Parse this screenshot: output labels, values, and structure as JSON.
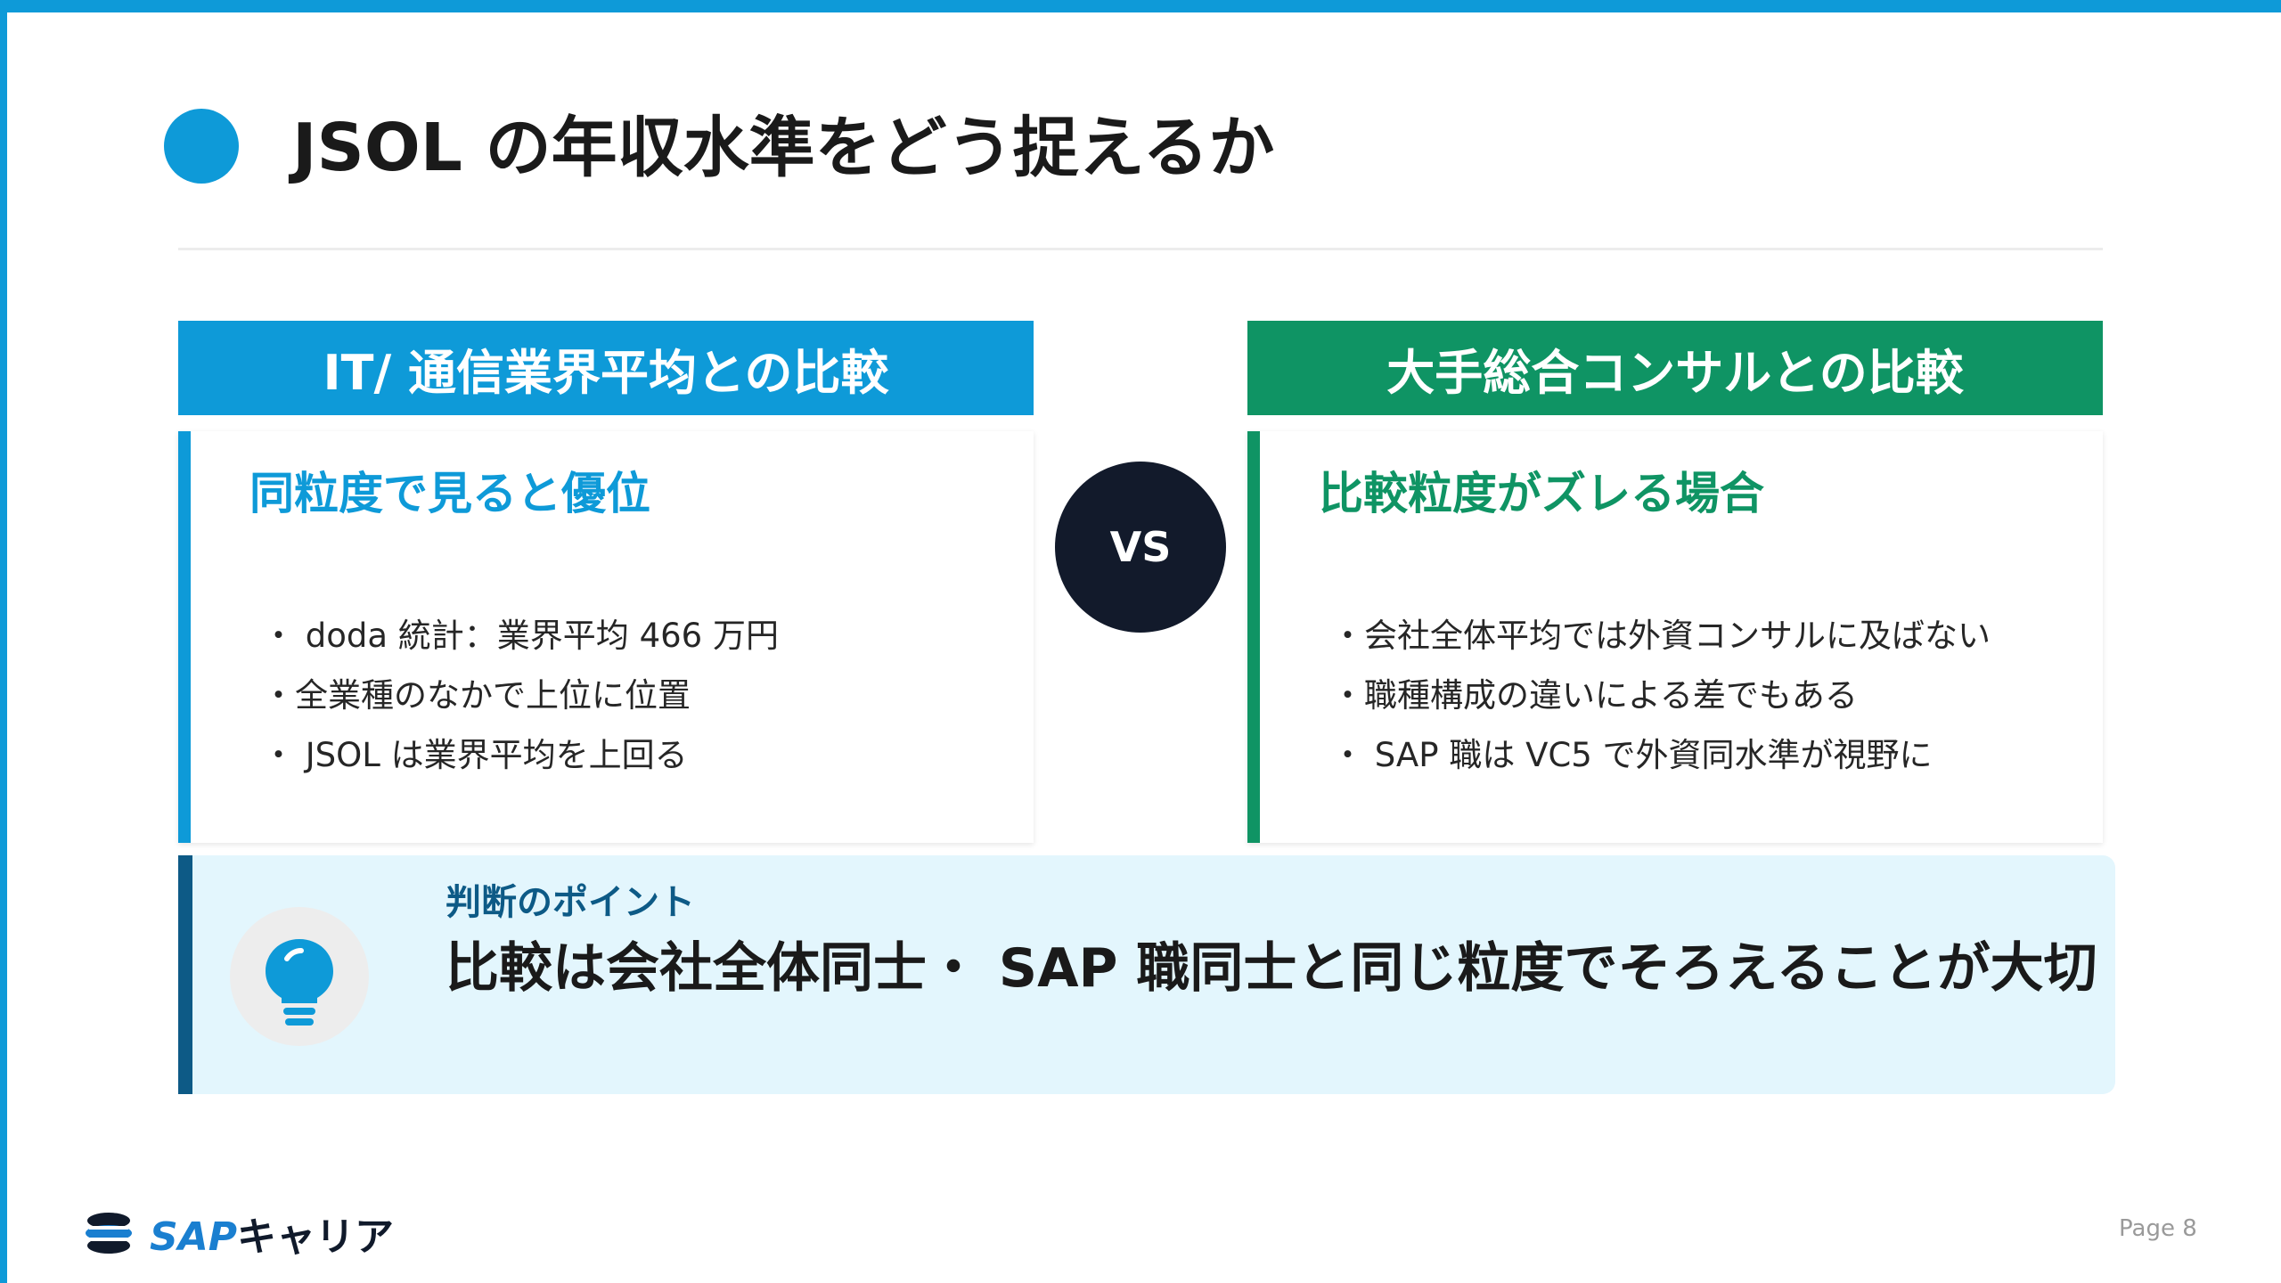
{
  "title": "JSOL の年収水準をどう捉えるか",
  "left_column": {
    "header": "IT/ 通信業界平均との比較",
    "heading": "同粒度で見ると優位",
    "bullets": [
      "・ doda 統計：業界平均 466 万円",
      "・全業種のなかで上位に位置",
      "・ JSOL は業界平均を上回る"
    ]
  },
  "vs_label": "VS",
  "right_column": {
    "header": "大手総合コンサルとの比較",
    "heading": "比較粒度がズレる場合",
    "bullets": [
      "・会社全体平均では外資コンサルに及ばない",
      "・職種構成の違いによる差でもある",
      "・ SAP 職は VC5 で外資同水準が視野に"
    ]
  },
  "point": {
    "label": "判断のポイント",
    "text": "比較は会社全体同士・ SAP 職同士と同じ粒度でそろえることが大切",
    "icon": "lightbulb-icon"
  },
  "footer": {
    "logo_latin": "SAP",
    "logo_kana": "キャリア",
    "page": "Page 8"
  },
  "colors": {
    "accent_blue": "#0e9ad8",
    "accent_green": "#0f9464",
    "dark_navy": "#121a2b",
    "point_bg": "#e3f6fd"
  }
}
